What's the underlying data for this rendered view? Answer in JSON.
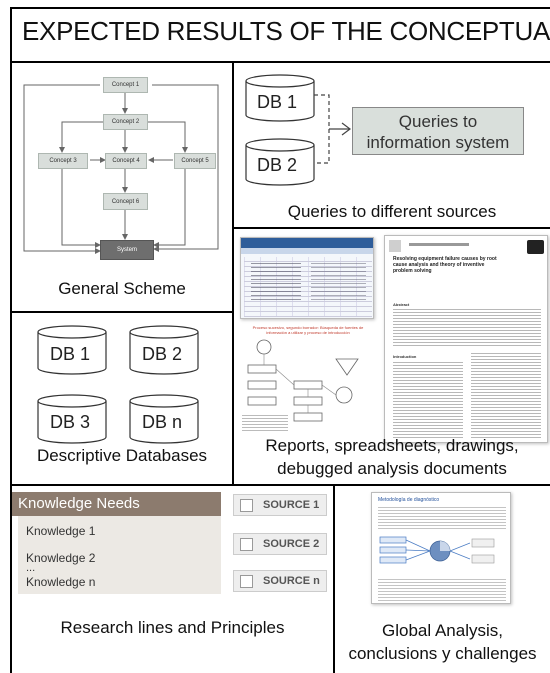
{
  "title": "EXPECTED RESULTS OF THE CONCEPTUAL MODEL",
  "general_scheme": {
    "caption": "General Scheme",
    "nodes": {
      "c1": "Concept 1",
      "c2": "Concept 2",
      "c3": "Concept 3",
      "c4": "Concept 4",
      "c5": "Concept 5",
      "c6": "Concept 6",
      "sys": "System"
    }
  },
  "queries": {
    "db1": "DB 1",
    "db2": "DB 2",
    "box_line1": "Queries to",
    "box_line2": "information system",
    "caption": "Queries to different sources"
  },
  "reports": {
    "caption_line1": "Reports, spreadsheets, drawings,",
    "caption_line2": "debugged analysis documents",
    "paper_title": "Resolving equipment failure causes by root cause analysis and theory of inventive problem solving",
    "paper_abstract": "Abstract",
    "paper_intro": "Introduction",
    "flow_title": "Proceso sucesivo, segundo borrador: Búsqueda de fuentes de información a utilizar y proceso de introducción"
  },
  "descriptive_dbs": {
    "db1": "DB 1",
    "db2": "DB 2",
    "db3": "DB 3",
    "dbn": "DB n",
    "caption": "Descriptive Databases"
  },
  "research": {
    "header": "Knowledge Needs",
    "items": [
      "Knowledge 1",
      "Knowledge 2",
      "...",
      "Knowledge n"
    ],
    "sources": [
      "SOURCE 1",
      "SOURCE 2",
      "SOURCE n"
    ],
    "caption": "Research lines and Principles"
  },
  "global": {
    "caption_line1": "Global Analysis,",
    "caption_line2": "conclusions y challenges",
    "doc_heading": "Metodología de diagnóstico"
  }
}
